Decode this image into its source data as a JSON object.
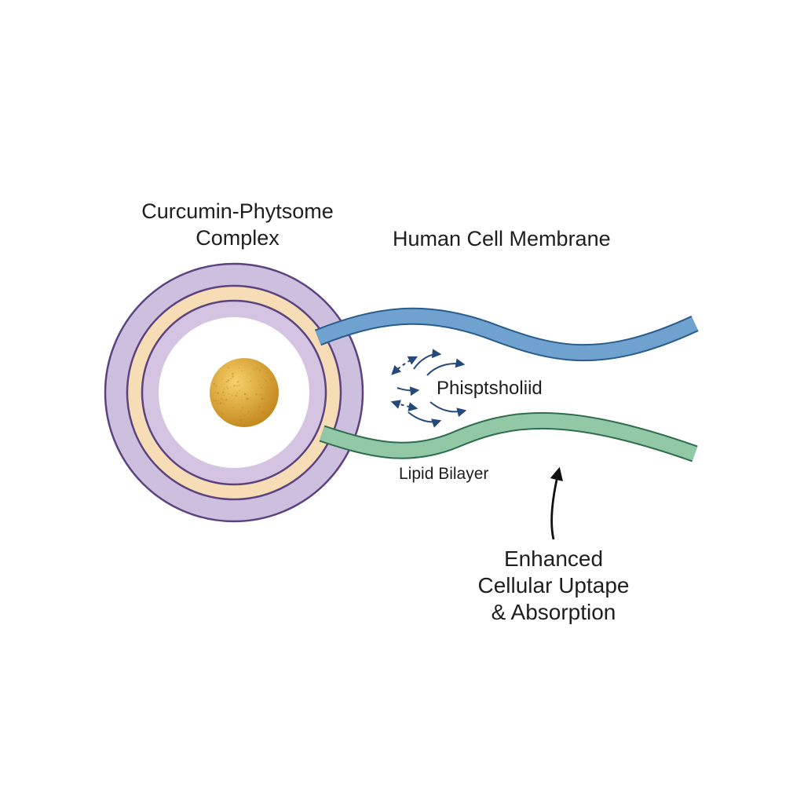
{
  "labels": {
    "complex_line1": "Curcumin-Phytsome",
    "complex_line2": "Complex",
    "membrane": "Human Cell Membrane",
    "phospholipid": "Phisptsholiid",
    "bilayer": "Lipid Bilayer",
    "uptake_line1": "Enhanced",
    "uptake_line2": "Cellular Uptape",
    "uptake_line3": "& Absorption"
  },
  "colors": {
    "outer_ring": "#cdbfde",
    "ring_stroke": "#5c4380",
    "middle_ring": "#f7ddb5",
    "inner_ring": "#d4c4e2",
    "core": "#f7d26a",
    "core_shade": "#c2861c",
    "upper_membrane": "#6fa2cf",
    "upper_membrane_stroke": "#2a5c8e",
    "lower_membrane": "#93c8a7",
    "lower_membrane_stroke": "#2e6e4e",
    "exchange_arrows": "#27497a",
    "uptake_arrow": "#111111"
  }
}
